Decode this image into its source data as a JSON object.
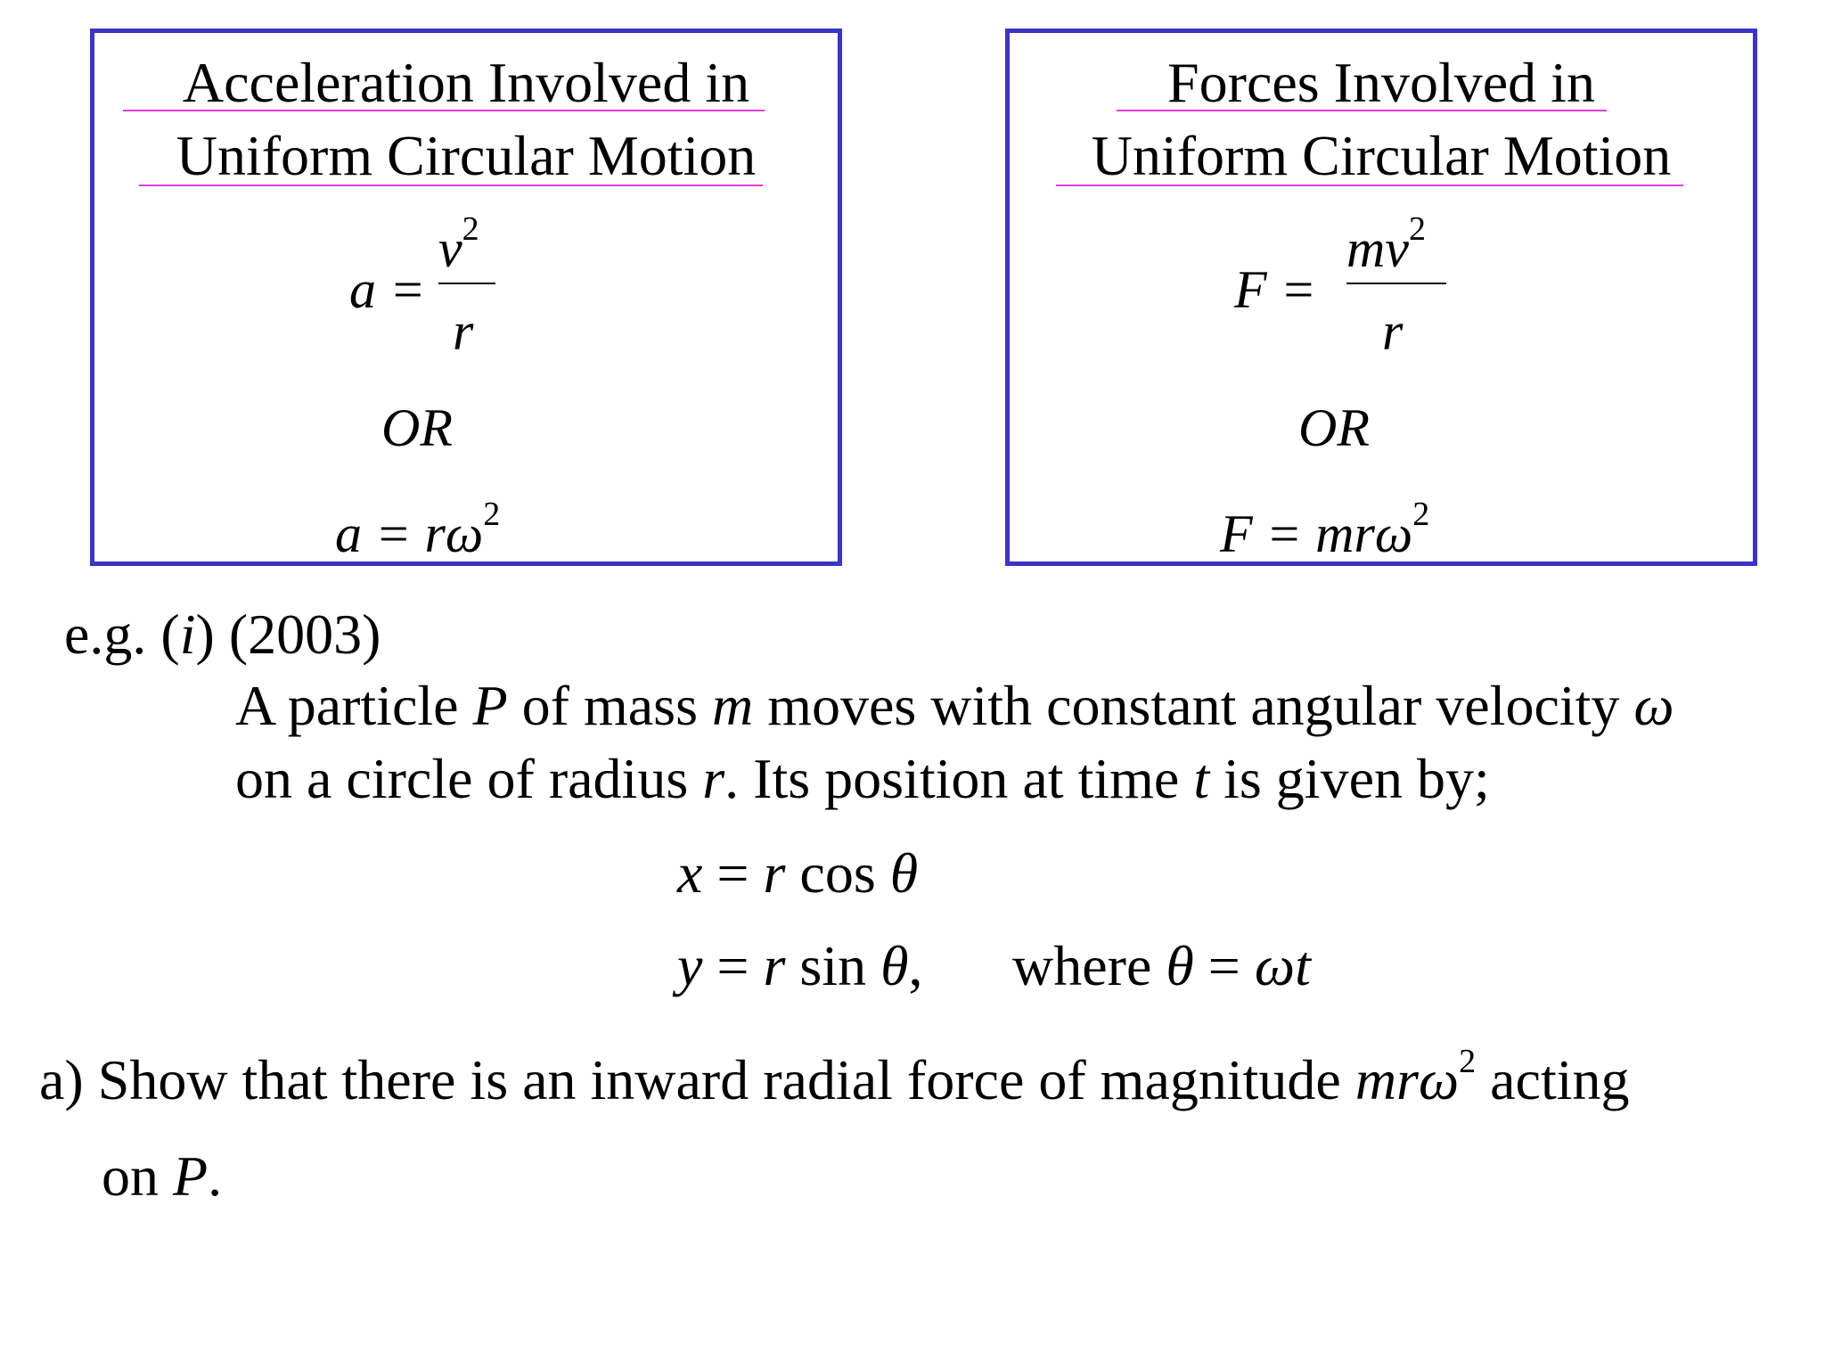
{
  "left_box": {
    "title_line1": "Acceleration Involved in",
    "title_line2": "Uniform Circular Motion",
    "eq1_lhs": "a =",
    "eq1_num": "v",
    "eq1_num_exp": "2",
    "eq1_den": "r",
    "or": "OR",
    "eq2": "a = rω",
    "eq2_exp": "2"
  },
  "right_box": {
    "title_line1": "Forces Involved in",
    "title_line2": "Uniform Circular Motion",
    "eq1_lhs": "F =",
    "eq1_num": "mv",
    "eq1_num_exp": "2",
    "eq1_den": "r",
    "or": "OR",
    "eq2": "F = mrω",
    "eq2_exp": "2"
  },
  "example": {
    "label_prefix": "e.g. (",
    "label_i": "i",
    "label_suffix": ") (2003)",
    "line1_a": "A particle ",
    "line1_P": "P",
    "line1_b": " of mass ",
    "line1_m": "m",
    "line1_c": " moves with constant angular velocity ",
    "line1_omega": "ω",
    "line2_a": "on a circle of radius ",
    "line2_r": "r",
    "line2_b": ". Its position at time ",
    "line2_t": "t",
    "line2_c": " is given by;",
    "eq_x_lhs": "x",
    "eq_x_mid": " = ",
    "eq_x_r": "r",
    "eq_x_fn": " cos ",
    "eq_x_theta": "θ",
    "eq_y_lhs": "y",
    "eq_y_mid": " = ",
    "eq_y_r": "r",
    "eq_y_fn": " sin ",
    "eq_y_theta": "θ",
    "eq_y_comma": ",",
    "eq_where": "where ",
    "eq_where_theta": "θ",
    "eq_where_eq": " = ",
    "eq_where_rhs": "ωt"
  },
  "question": {
    "part_a_label": "a)",
    "part_a_text1": "Show that there is an inward radial force of magnitude ",
    "part_a_expr": "mrω",
    "part_a_exp": "2",
    "part_a_text2": " acting",
    "part_a_line2_a": "on ",
    "part_a_line2_P": "P",
    "part_a_line2_b": "."
  },
  "colors": {
    "box_border": "#3a35c9",
    "title_underline": "#e23fd9"
  }
}
